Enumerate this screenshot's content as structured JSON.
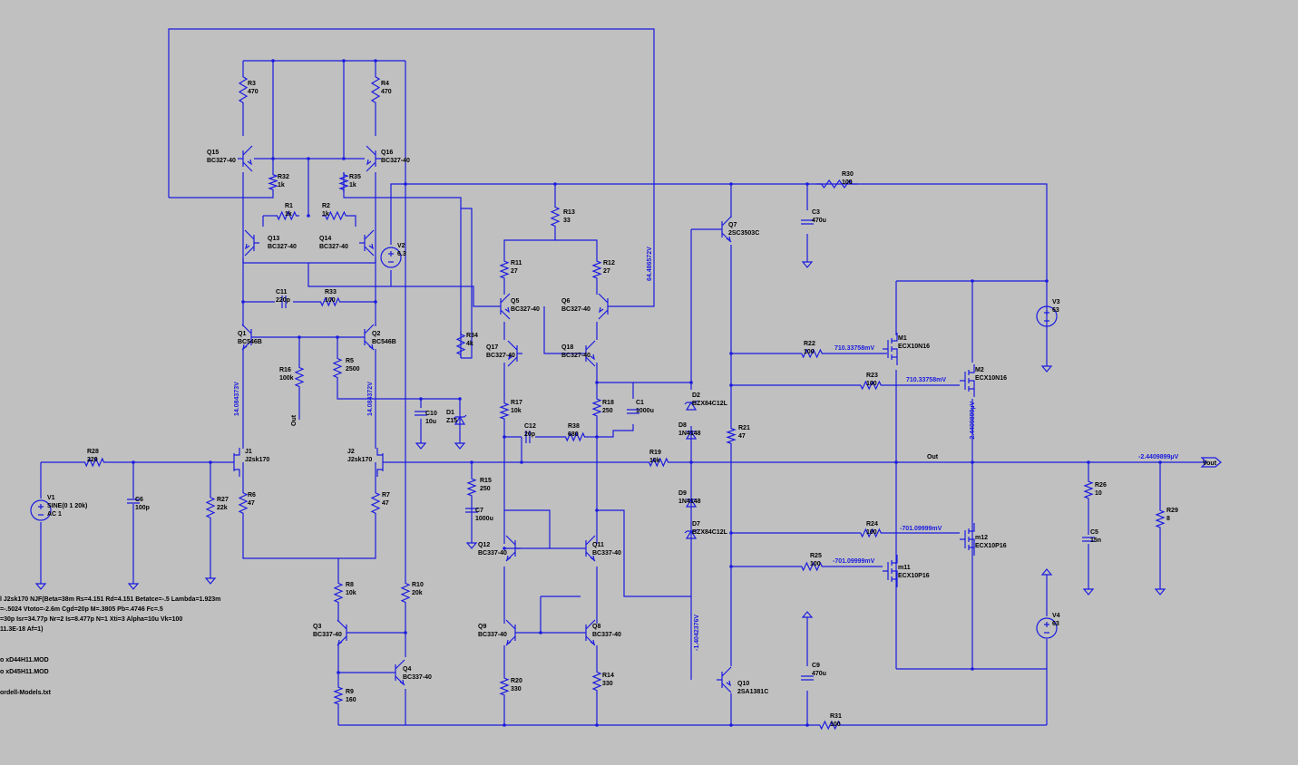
{
  "window": {
    "title": ""
  },
  "components": {
    "R3": {
      "ref": "R3",
      "val": "470"
    },
    "R4": {
      "ref": "R4",
      "val": "470"
    },
    "Q15": {
      "ref": "Q15",
      "val": "BC327-40"
    },
    "Q16": {
      "ref": "Q16",
      "val": "BC327-40"
    },
    "R32": {
      "ref": "R32",
      "val": "1k"
    },
    "R35": {
      "ref": "R35",
      "val": "1k"
    },
    "R1": {
      "ref": "R1",
      "val": "1k"
    },
    "R2": {
      "ref": "R2",
      "val": "1k"
    },
    "Q13": {
      "ref": "Q13",
      "val": "BC327-40"
    },
    "Q14": {
      "ref": "Q14",
      "val": "BC327-40"
    },
    "V2": {
      "ref": "V2",
      "val": "6.3"
    },
    "C11": {
      "ref": "C11",
      "val": "220p"
    },
    "R33": {
      "ref": "R33",
      "val": "100"
    },
    "Q1": {
      "ref": "Q1",
      "val": "BC546B"
    },
    "Q2": {
      "ref": "Q2",
      "val": "BC546B"
    },
    "R16": {
      "ref": "R16",
      "val": "100k"
    },
    "R5": {
      "ref": "R5",
      "val": "2500"
    },
    "R34": {
      "ref": "R34",
      "val": "4k"
    },
    "C10": {
      "ref": "C10",
      "val": "10u"
    },
    "D1": {
      "ref": "D1",
      "val": "Z15"
    },
    "R13": {
      "ref": "R13",
      "val": "33"
    },
    "R11": {
      "ref": "R11",
      "val": "27"
    },
    "R12": {
      "ref": "R12",
      "val": "27"
    },
    "Q5": {
      "ref": "Q5",
      "val": "BC327-40"
    },
    "Q6": {
      "ref": "Q6",
      "val": "BC327-40"
    },
    "Q17": {
      "ref": "Q17",
      "val": "BC327-40"
    },
    "Q18": {
      "ref": "Q18",
      "val": "BC327-40"
    },
    "R17": {
      "ref": "R17",
      "val": "10k"
    },
    "R18": {
      "ref": "R18",
      "val": "250"
    },
    "C1": {
      "ref": "C1",
      "val": "1000u"
    },
    "C12": {
      "ref": "C12",
      "val": "20p"
    },
    "R38": {
      "ref": "R38",
      "val": "680"
    },
    "Q7": {
      "ref": "Q7",
      "val": "2SC3503C"
    },
    "C3": {
      "ref": "C3",
      "val": "470u"
    },
    "R30": {
      "ref": "R30",
      "val": "100"
    },
    "D2": {
      "ref": "D2",
      "val": "BZX84C12L"
    },
    "D8": {
      "ref": "D8",
      "val": "1N4148"
    },
    "D9": {
      "ref": "D9",
      "val": "1N4148"
    },
    "D7": {
      "ref": "D7",
      "val": "BZX84C12L"
    },
    "R21": {
      "ref": "R21",
      "val": "47"
    },
    "R19": {
      "ref": "R19",
      "val": "10k"
    },
    "R22": {
      "ref": "R22",
      "val": "100"
    },
    "R23": {
      "ref": "R23",
      "val": "100"
    },
    "M1": {
      "ref": "M1",
      "val": "ECX10N16"
    },
    "M2": {
      "ref": "M2",
      "val": "ECX10N16"
    },
    "V3": {
      "ref": "V3",
      "val": "63"
    },
    "V4": {
      "ref": "V4",
      "val": "63"
    },
    "R28": {
      "ref": "R28",
      "val": "220"
    },
    "C6": {
      "ref": "C6",
      "val": "100p"
    },
    "R27": {
      "ref": "R27",
      "val": "22k"
    },
    "V1": {
      "ref": "V1",
      "val": "SINE(0 1 20k)",
      "ac": "AC 1"
    },
    "J1": {
      "ref": "J1",
      "val": "J2sk170"
    },
    "J2": {
      "ref": "J2",
      "val": "J2sk170"
    },
    "R6": {
      "ref": "R6",
      "val": "47"
    },
    "R7": {
      "ref": "R7",
      "val": "47"
    },
    "R15": {
      "ref": "R15",
      "val": "250"
    },
    "C7": {
      "ref": "C7",
      "val": "1000u"
    },
    "Q12": {
      "ref": "Q12",
      "val": "BC337-40"
    },
    "Q11": {
      "ref": "Q11",
      "val": "BC337-40"
    },
    "Q9": {
      "ref": "Q9",
      "val": "BC337-40"
    },
    "Q8": {
      "ref": "Q8",
      "val": "BC337-40"
    },
    "R20": {
      "ref": "R20",
      "val": "330"
    },
    "R14": {
      "ref": "R14",
      "val": "330"
    },
    "R8": {
      "ref": "R8",
      "val": "10k"
    },
    "R10": {
      "ref": "R10",
      "val": "20k"
    },
    "Q3": {
      "ref": "Q3",
      "val": "BC337-40"
    },
    "Q4": {
      "ref": "Q4",
      "val": "BC337-40"
    },
    "R9": {
      "ref": "R9",
      "val": "160"
    },
    "Q10": {
      "ref": "Q10",
      "val": "2SA1381C"
    },
    "C9": {
      "ref": "C9",
      "val": "470u"
    },
    "R31": {
      "ref": "R31",
      "val": "100"
    },
    "R24": {
      "ref": "R24",
      "val": "100"
    },
    "R25": {
      "ref": "R25",
      "val": "100"
    },
    "m12": {
      "ref": "m12",
      "val": "ECX10P16"
    },
    "m11": {
      "ref": "m11",
      "val": "ECX10P16"
    },
    "R26": {
      "ref": "R26",
      "val": "10"
    },
    "C5": {
      "ref": "C5",
      "val": "15n"
    },
    "R29": {
      "ref": "R29",
      "val": "8"
    }
  },
  "nets": {
    "out_mid": "Out",
    "out_left": "Out",
    "vout_port": "Vout"
  },
  "voltages": {
    "v1": "14.084373V",
    "v2": "14.084372V",
    "v3": "64.486572V",
    "v4": "710.33758mV",
    "v5": "710.33758mV",
    "v6": "-2.4409899µV",
    "v7": "-2.4409899µV",
    "v8": "-701.09999mV",
    "v9": "-701.09999mV",
    "v10": "-1.4042376V"
  },
  "directives": [
    "l J2sk170 NJF(Beta=38m Rs=4.151 Rd=4.151 Betatce=-.5 Lambda=1.923m",
    "=-.5024 Vtoto=-2.6m Cgd=20p M=.3805 Pb=.4746 Fc=.5",
    "=30p Isr=34.77p Nr=2 Is=8.477p N=1 Xti=3 Alpha=10u Vk=100",
    "11.3E-18 Af=1)",
    "o xD44H11.MOD",
    "o xD45H11.MOD",
    "ordell-Models.txt"
  ],
  "colors": {
    "wire": "#1a1ae0",
    "background": "#c0c0c0",
    "text": "#000000"
  }
}
